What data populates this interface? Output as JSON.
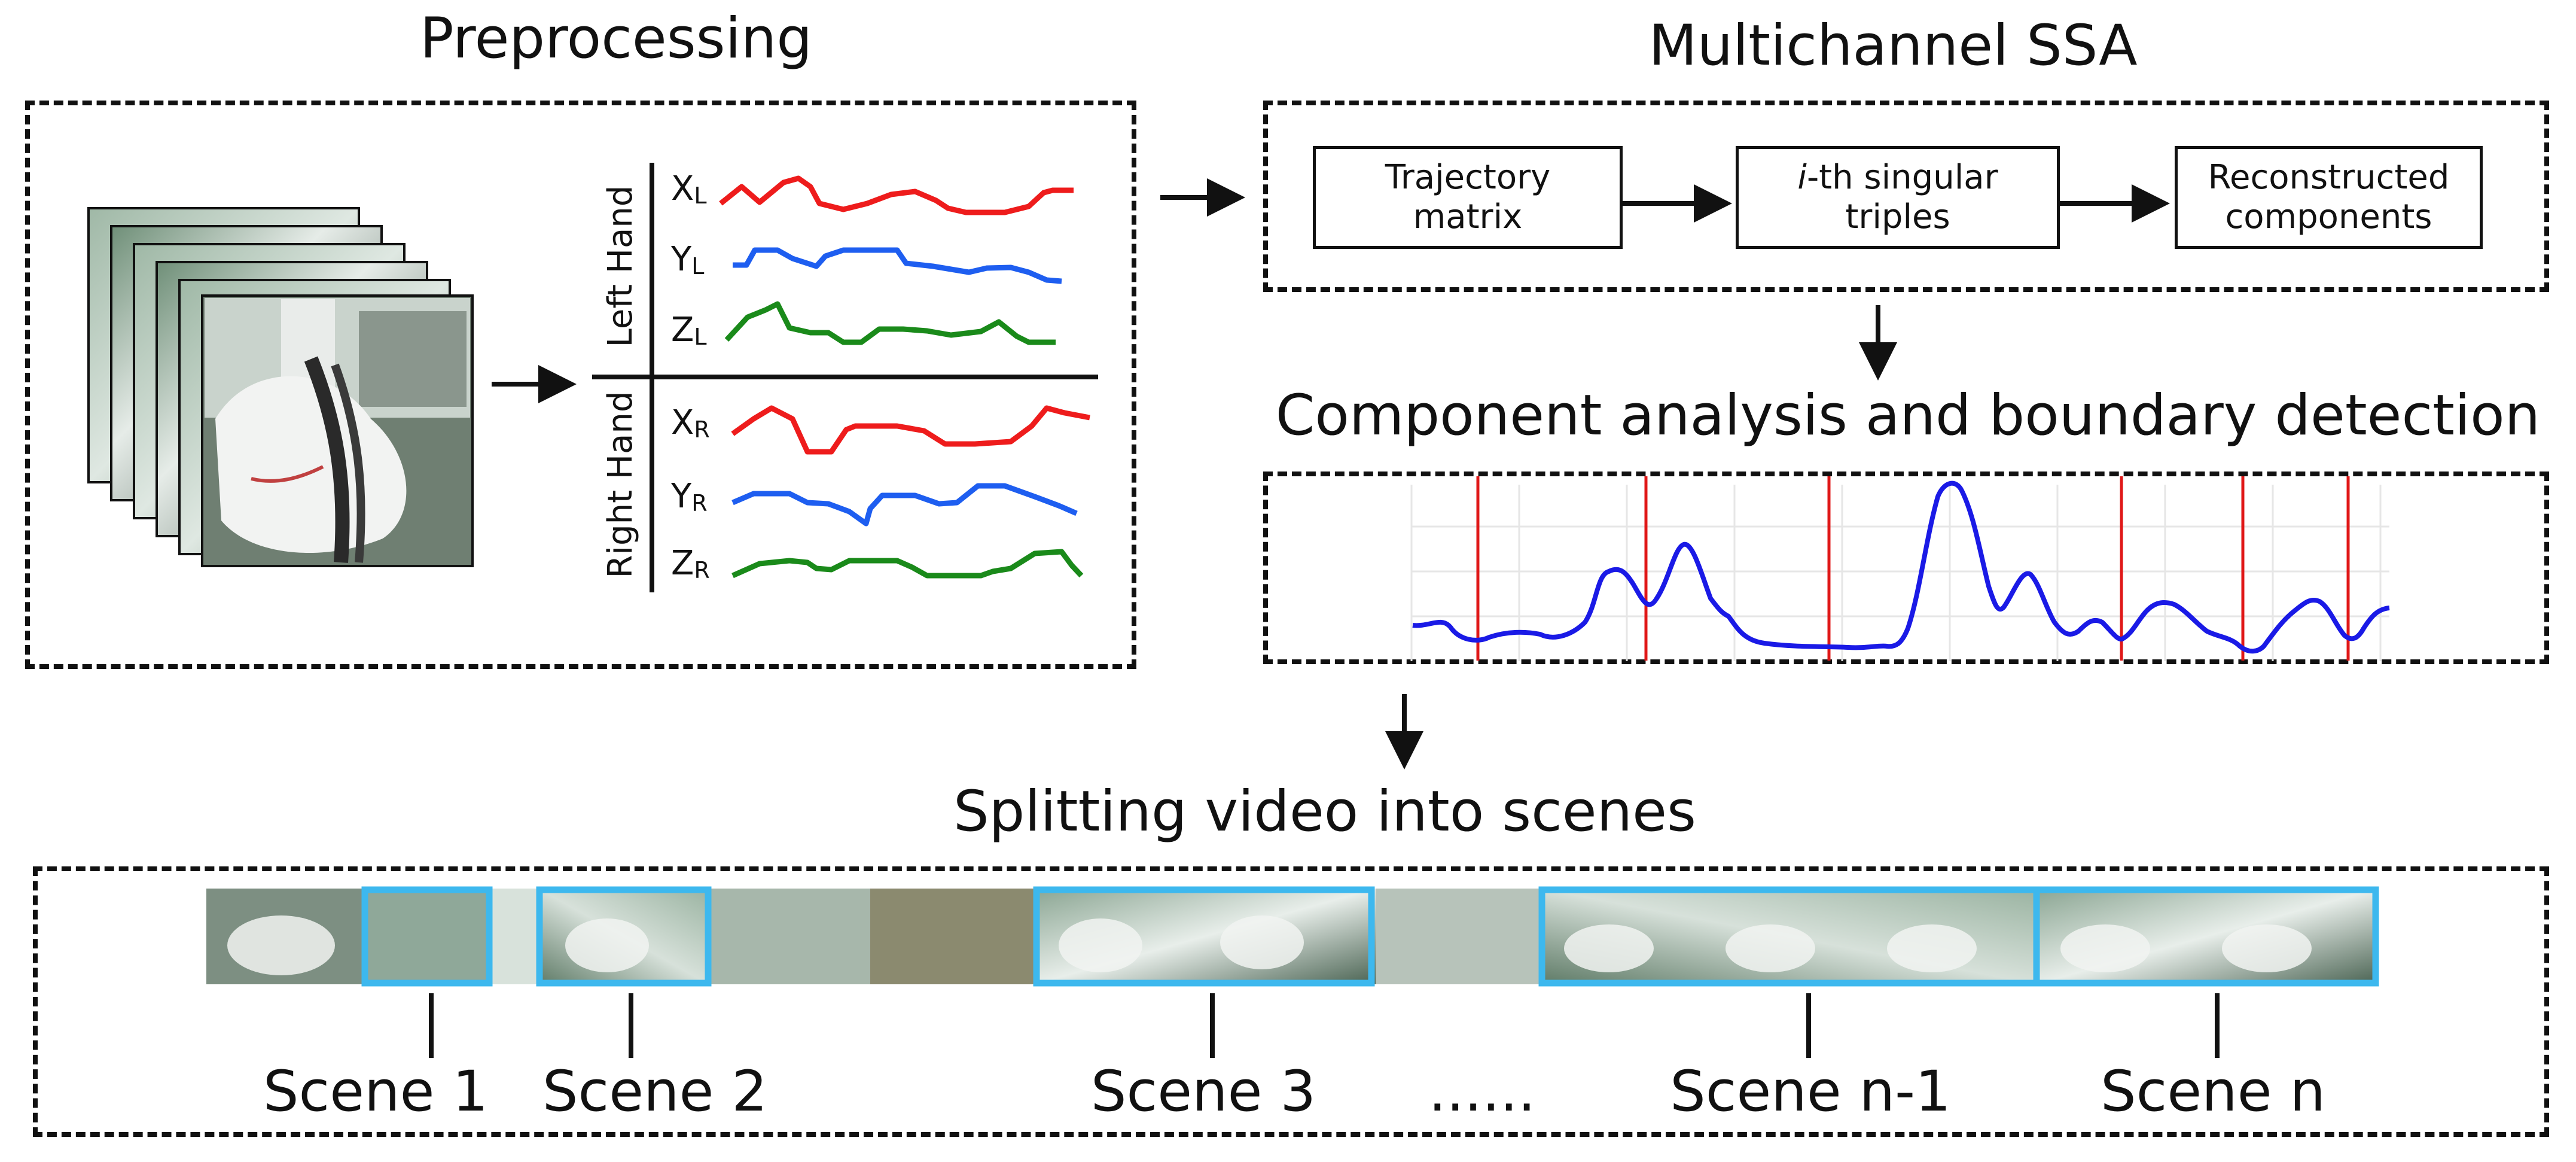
{
  "titles": {
    "preprocessing": "Preprocessing",
    "ssa": "Multichannel SSA",
    "component": "Component analysis and boundary detection",
    "splitting": "Splitting video into scenes"
  },
  "ssa_boxes": {
    "trajectory": [
      "Trajectory",
      "matrix"
    ],
    "triples_italic": "i",
    "triples_rest": "-th singular",
    "triples_line2": "triples",
    "reconstructed": [
      "Reconstructed",
      "components"
    ]
  },
  "hands": {
    "left": "Left Hand",
    "right": "Right Hand",
    "left_channels": [
      {
        "main": "X",
        "sub": "L",
        "color": "#ee1c1c"
      },
      {
        "main": "Y",
        "sub": "L",
        "color": "#1e5ef0"
      },
      {
        "main": "Z",
        "sub": "L",
        "color": "#1a8a1a"
      }
    ],
    "right_channels": [
      {
        "main": "X",
        "sub": "R",
        "color": "#ee1c1c"
      },
      {
        "main": "Y",
        "sub": "R",
        "color": "#1e5ef0"
      },
      {
        "main": "Z",
        "sub": "R",
        "color": "#1a8a1a"
      }
    ]
  },
  "scenes": [
    "Scene 1",
    "Scene 2",
    "Scene 3",
    "......",
    "Scene n-1",
    "Scene n"
  ],
  "colors": {
    "signal": "#1a1ae6",
    "boundary": "#e01818",
    "scene_highlight": "#3db8ee"
  }
}
